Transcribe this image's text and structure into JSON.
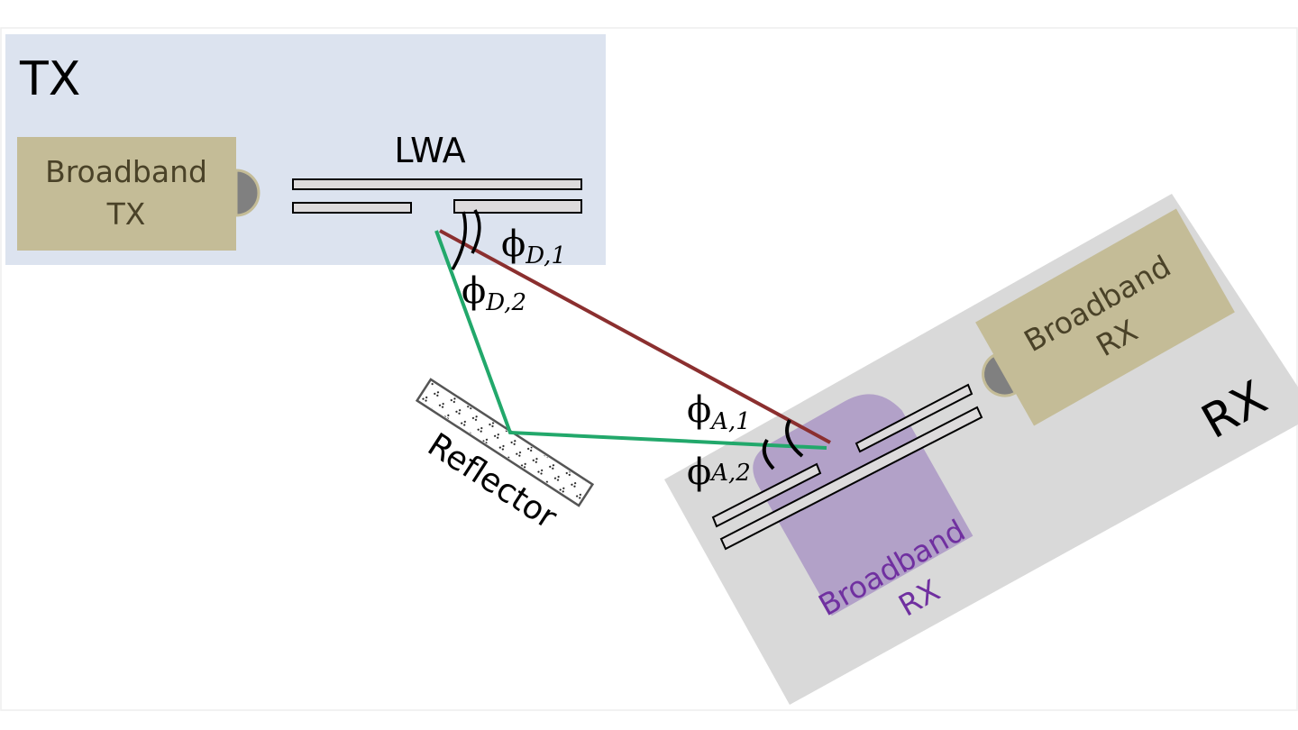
{
  "diagram": {
    "type": "wireless-link-geometry",
    "colors": {
      "tx_panel": "#dce3ef",
      "rx_panel": "#d9d9d9",
      "device_box": "#c4bc97",
      "device_text": "#4a4228",
      "connector": "#808080",
      "antenna_fill": "#dddbdc",
      "los_path": "#8b2f2f",
      "reflected_path": "#22a86b",
      "rx_overlay": "#b2a1c8",
      "rx_overlay_text": "#7030a0"
    },
    "tx": {
      "panel_label": "TX",
      "device": {
        "line1": "Broadband",
        "line2": "TX"
      },
      "antenna_label": "LWA"
    },
    "rx": {
      "panel_label": "RX",
      "device": {
        "line1": "Broadband",
        "line2": "RX"
      },
      "overlay": {
        "line1": "Broadband",
        "line2": "RX"
      }
    },
    "reflector_label": "Reflector",
    "angles": {
      "d1": {
        "symbol": "ϕ",
        "sub": "D,1"
      },
      "d2": {
        "symbol": "ϕ",
        "sub": "D,2"
      },
      "a1": {
        "symbol": "ϕ",
        "sub": "A,1"
      },
      "a2": {
        "symbol": "ϕ",
        "sub": "A,2"
      }
    },
    "paths": [
      {
        "name": "line-of-sight",
        "color_key": "los_path"
      },
      {
        "name": "reflected",
        "color_key": "reflected_path"
      }
    ]
  }
}
